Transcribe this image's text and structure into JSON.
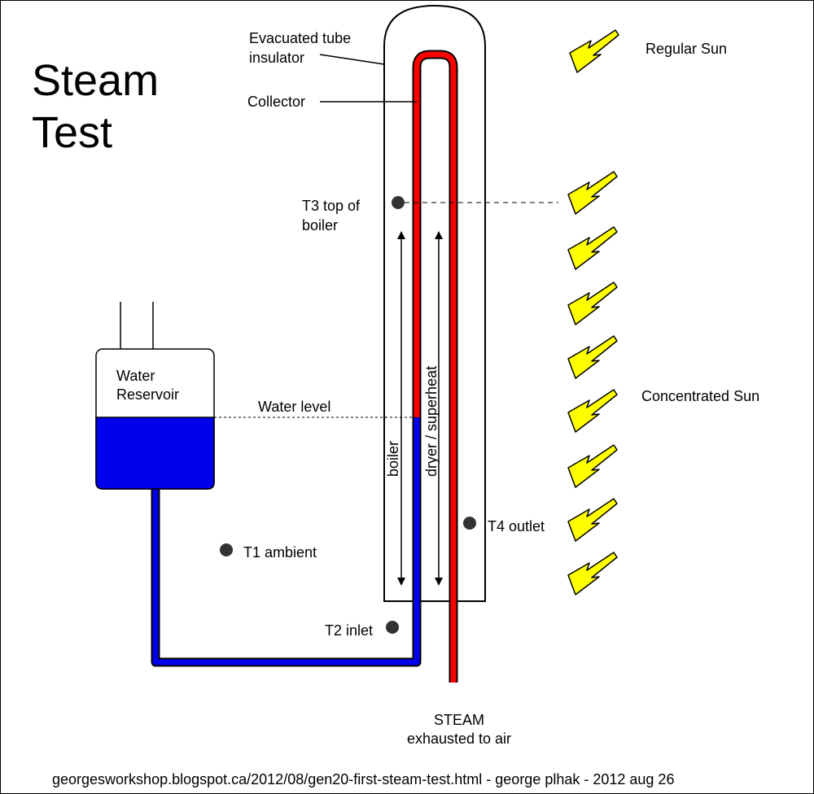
{
  "title": {
    "line1": "Steam",
    "line2": "Test"
  },
  "labels": {
    "evacuated_tube_line1": "Evacuated tube",
    "evacuated_tube_line2": "insulator",
    "collector": "Collector",
    "regular_sun": "Regular Sun",
    "concentrated_sun": "Concentrated Sun",
    "t3_line1": "T3 top of",
    "t3_line2": "boiler",
    "water_reservoir_line1": "Water",
    "water_reservoir_line2": "Reservoir",
    "water_level": "Water level",
    "boiler": "boiler",
    "dryer_superheat": "dryer / superheat",
    "t4": "T4 outlet",
    "t1": "T1 ambient",
    "t2": "T2 inlet",
    "steam_line1": "STEAM",
    "steam_line2": "exhausted to air"
  },
  "credit": "georgesworkshop.blogspot.ca/2012/08/gen20-first-steam-test.html - george plhak - 2012 aug 26",
  "colors": {
    "water": "#0000ee",
    "hot_pipe": "#ff0000",
    "sun_arrow": "#ffff00",
    "sensor": "#333333",
    "outline": "#000000"
  },
  "icons": {
    "sun_arrow": "sun-ray-arrow-icon",
    "sensor": "temperature-sensor-dot"
  }
}
